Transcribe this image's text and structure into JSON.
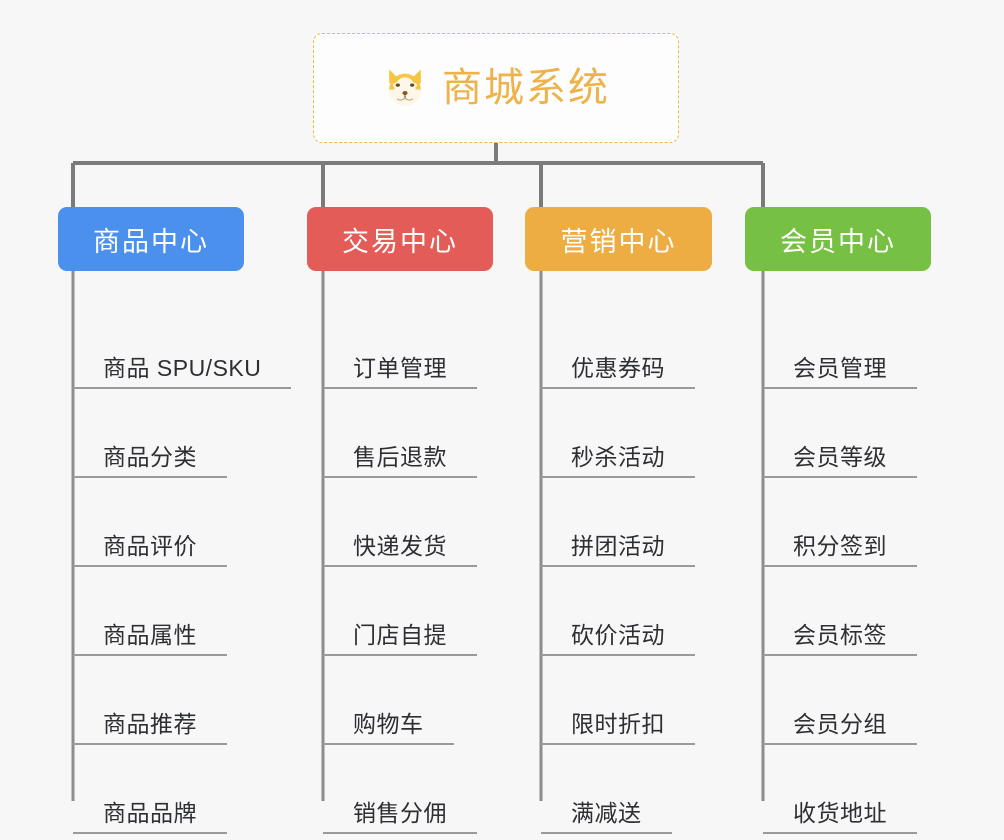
{
  "diagram": {
    "title": "商城系统",
    "type": "org-chart",
    "background_color": "#f7f7f7"
  },
  "root": {
    "label": "商城系统",
    "icon": "shiba-dog-face-icon",
    "text_color": "#edb249",
    "border_color": "#f0b84a",
    "background_color": "#fdfdfd"
  },
  "categories": [
    {
      "label": "商品中心",
      "color": "#4a90ec",
      "text_color": "#ffffff",
      "items": [
        {
          "label": "商品 SPU/SKU"
        },
        {
          "label": "商品分类"
        },
        {
          "label": "商品评价"
        },
        {
          "label": "商品属性"
        },
        {
          "label": "商品推荐"
        },
        {
          "label": "商品品牌"
        }
      ]
    },
    {
      "label": "交易中心",
      "color": "#e35c57",
      "text_color": "#ffffff",
      "items": [
        {
          "label": "订单管理"
        },
        {
          "label": "售后退款"
        },
        {
          "label": "快递发货"
        },
        {
          "label": "门店自提"
        },
        {
          "label": "购物车"
        },
        {
          "label": "销售分佣"
        }
      ]
    },
    {
      "label": "营销中心",
      "color": "#eead42",
      "text_color": "#ffffff",
      "items": [
        {
          "label": "优惠券码"
        },
        {
          "label": "秒杀活动"
        },
        {
          "label": "拼团活动"
        },
        {
          "label": "砍价活动"
        },
        {
          "label": "限时折扣"
        },
        {
          "label": "满减送"
        }
      ]
    },
    {
      "label": "会员中心",
      "color": "#76c043",
      "text_color": "#ffffff",
      "items": [
        {
          "label": "会员管理"
        },
        {
          "label": "会员等级"
        },
        {
          "label": "积分签到"
        },
        {
          "label": "会员标签"
        },
        {
          "label": "会员分组"
        },
        {
          "label": "收货地址"
        }
      ]
    }
  ],
  "connector": {
    "color": "#7b7b7b",
    "leaf_rule_color": "#9a9a9a"
  }
}
